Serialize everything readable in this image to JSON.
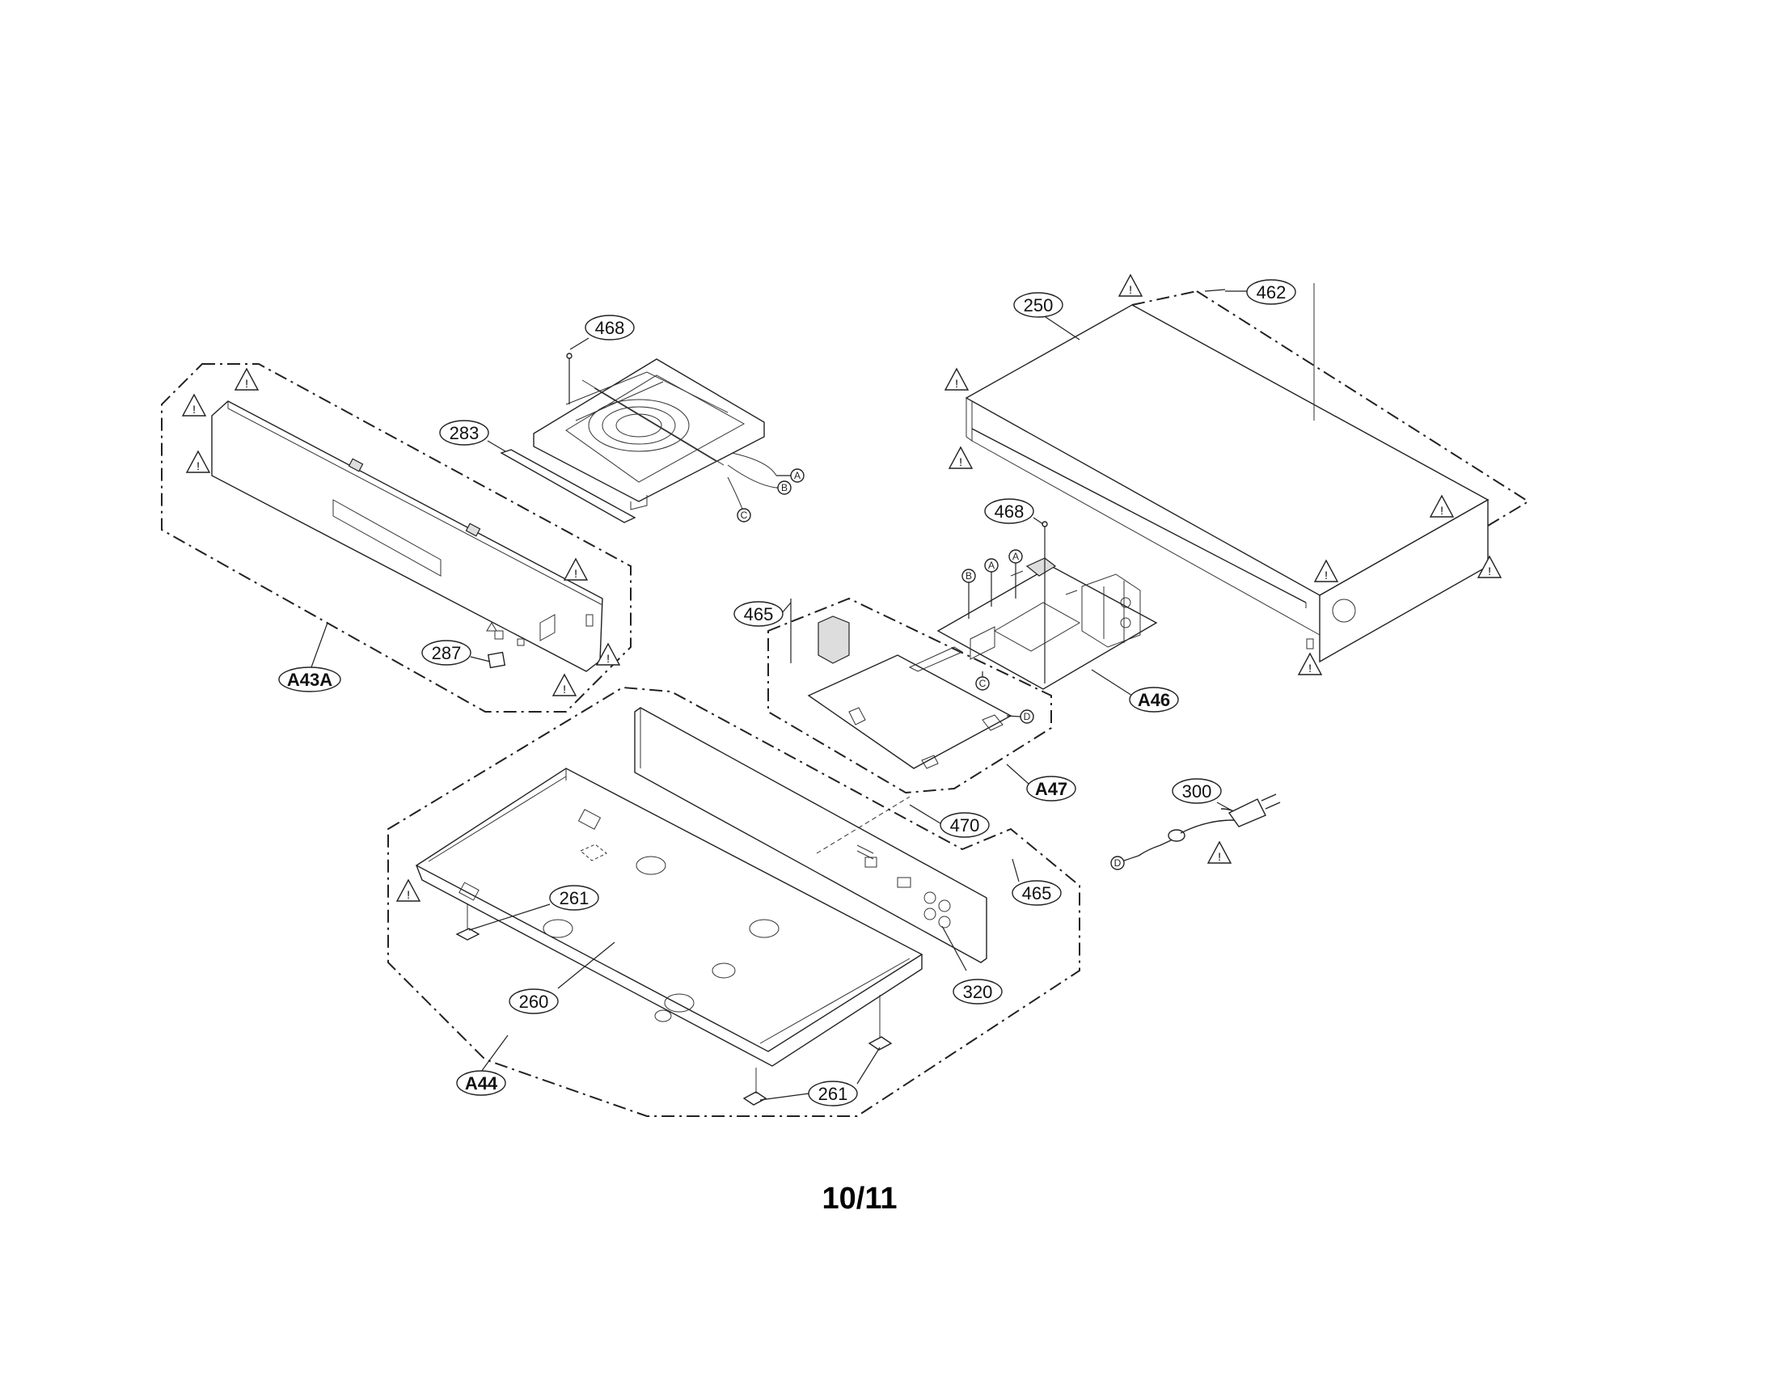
{
  "page_number": "10/11",
  "warning_symbol": "!",
  "parts": {
    "p468a": "468",
    "p283": "283",
    "p287": "287",
    "p250": "250",
    "p462": "462",
    "p468b": "468",
    "p465a": "465",
    "p300": "300",
    "p470": "470",
    "p261a": "261",
    "p261b": "261",
    "p260": "260",
    "p465b": "465",
    "p320": "320"
  },
  "assemblies": {
    "a43a": "A43A",
    "a46": "A46",
    "a47": "A47",
    "a44": "A44"
  },
  "connectors": {
    "loader_a": "A",
    "loader_b": "B",
    "loader_c": "C",
    "board_b": "B",
    "board_a1": "A",
    "board_a2": "A",
    "board_c": "C",
    "board_d": "D",
    "cord_d": "D"
  }
}
